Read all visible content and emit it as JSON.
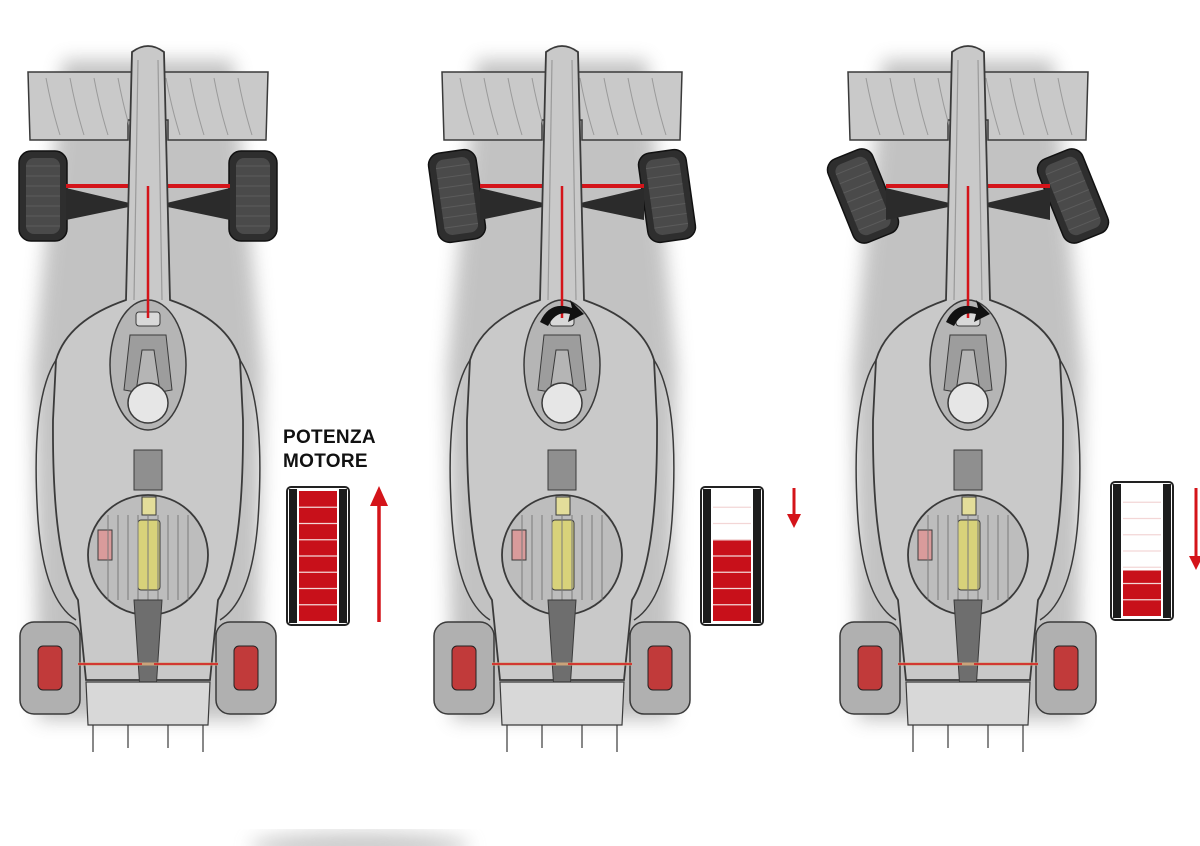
{
  "diagram": {
    "label": {
      "line1": "POTENZA",
      "line2": "MOTORE"
    },
    "colors": {
      "body": "#c9c9c9",
      "body_dark": "#9a9a9a",
      "outline": "#3a3a3a",
      "tyre": "#2e2e2e",
      "link_red": "#d4141a",
      "bar_fill": "#c8101a",
      "engine_yellow": "#d8d27a"
    },
    "panels": [
      {
        "name": "panel-1",
        "power_level": 1.0,
        "steer_angle_deg": 0,
        "arrow_direction": "up"
      },
      {
        "name": "panel-2",
        "power_level": 0.62,
        "steer_angle_deg": -8,
        "arrow_direction": "down"
      },
      {
        "name": "panel-3",
        "power_level": 0.35,
        "steer_angle_deg": -22,
        "arrow_direction": "down"
      }
    ]
  }
}
